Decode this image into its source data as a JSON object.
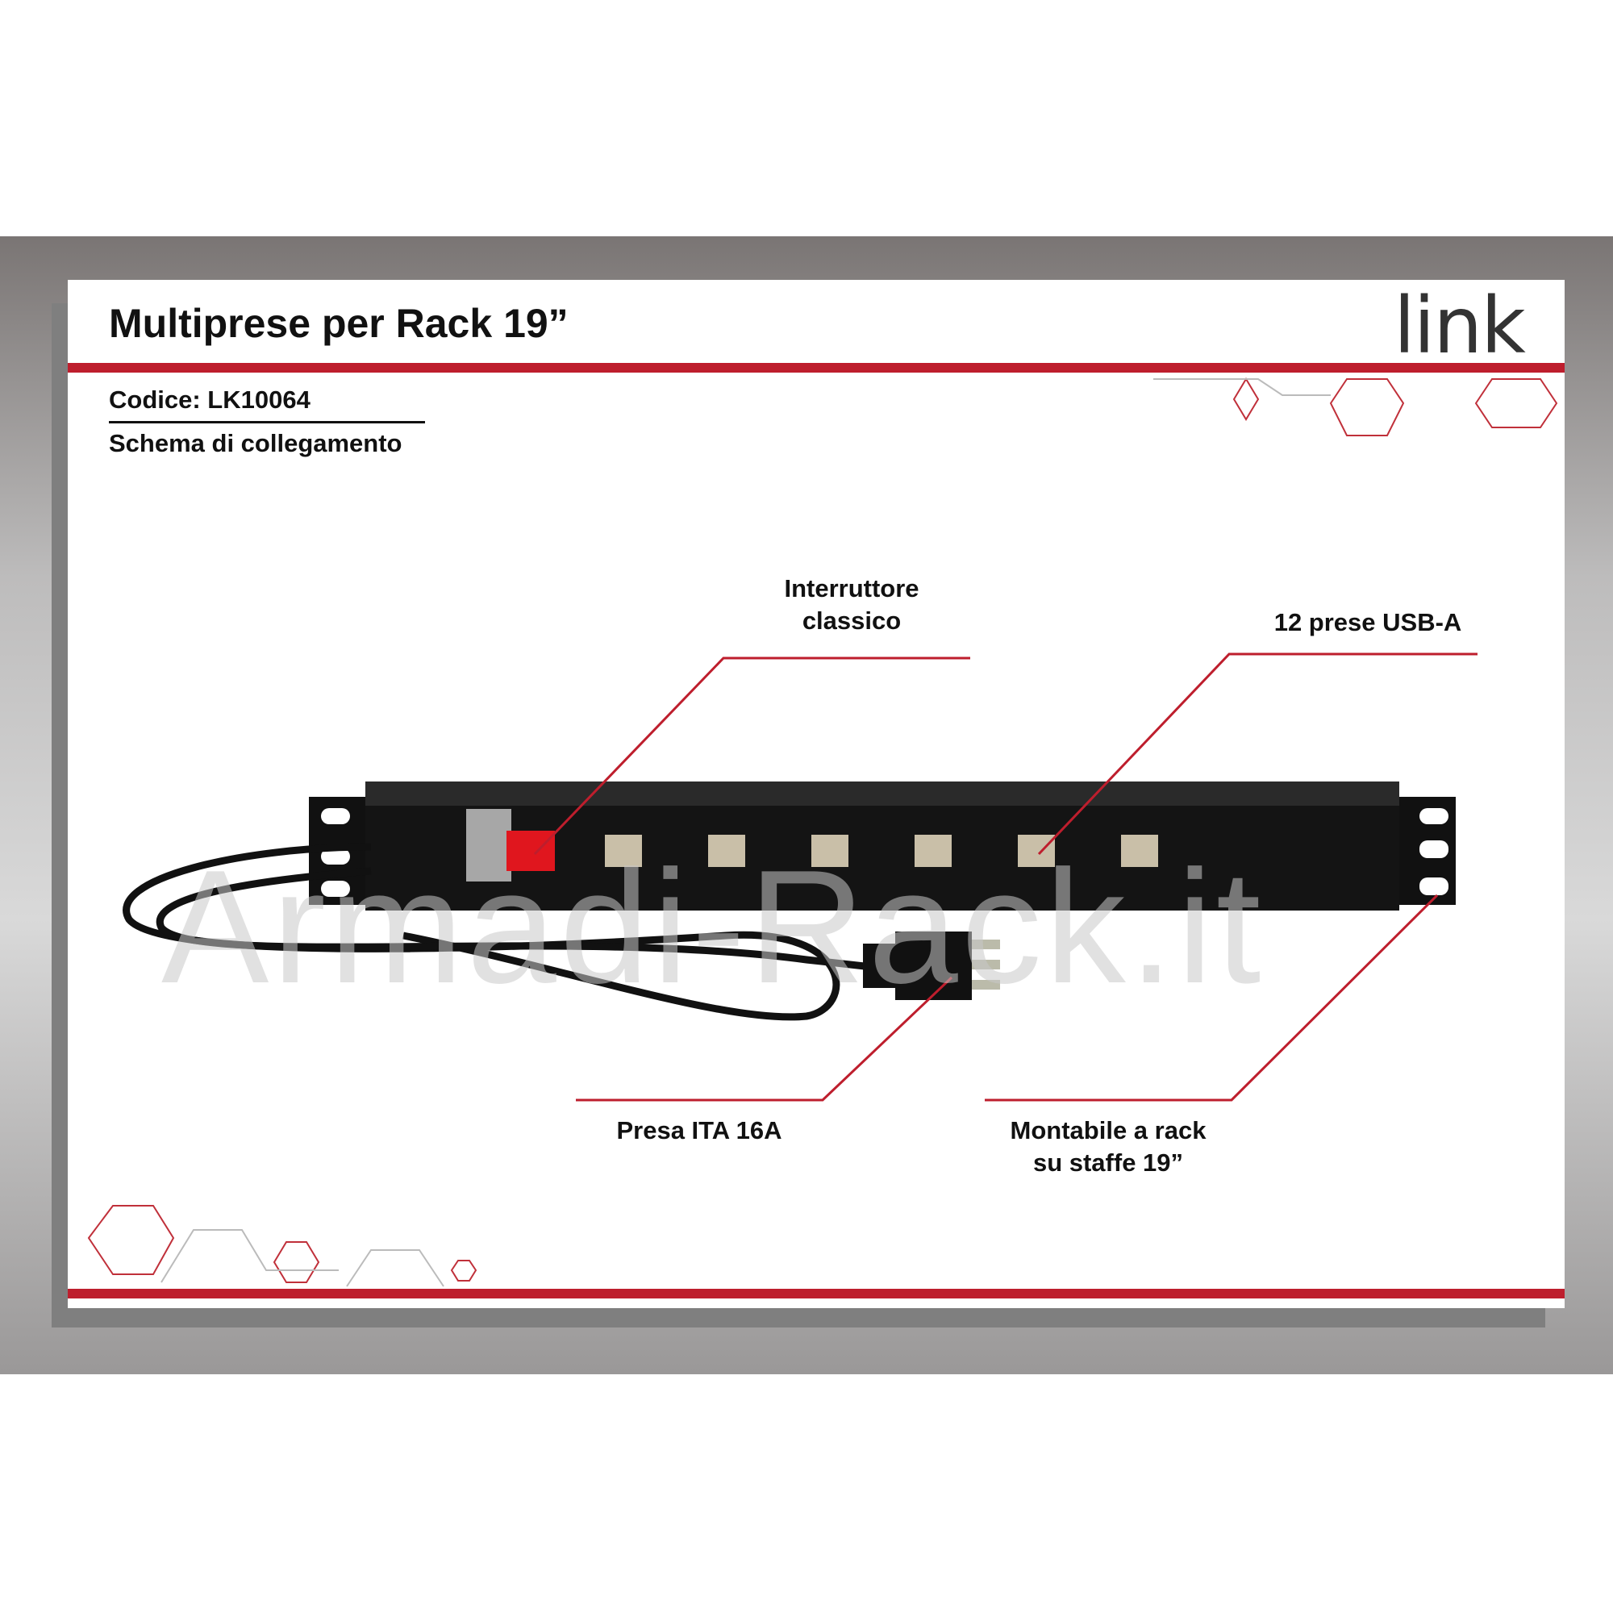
{
  "header": {
    "title": "Multiprese per Rack 19”",
    "logo": "link"
  },
  "info": {
    "code": "Codice: LK10064",
    "subtitle": "Schema di collegamento"
  },
  "callouts": {
    "switch": [
      "Interruttore",
      "classico"
    ],
    "usb": "12 prese USB-A",
    "plug": "Presa ITA 16A",
    "rack": [
      "Montabile a rack",
      "su staffe 19”"
    ]
  },
  "watermark": "Armadi-Rack.it",
  "colors": {
    "accent": "#be1e2d",
    "switch": "#e0161e"
  }
}
